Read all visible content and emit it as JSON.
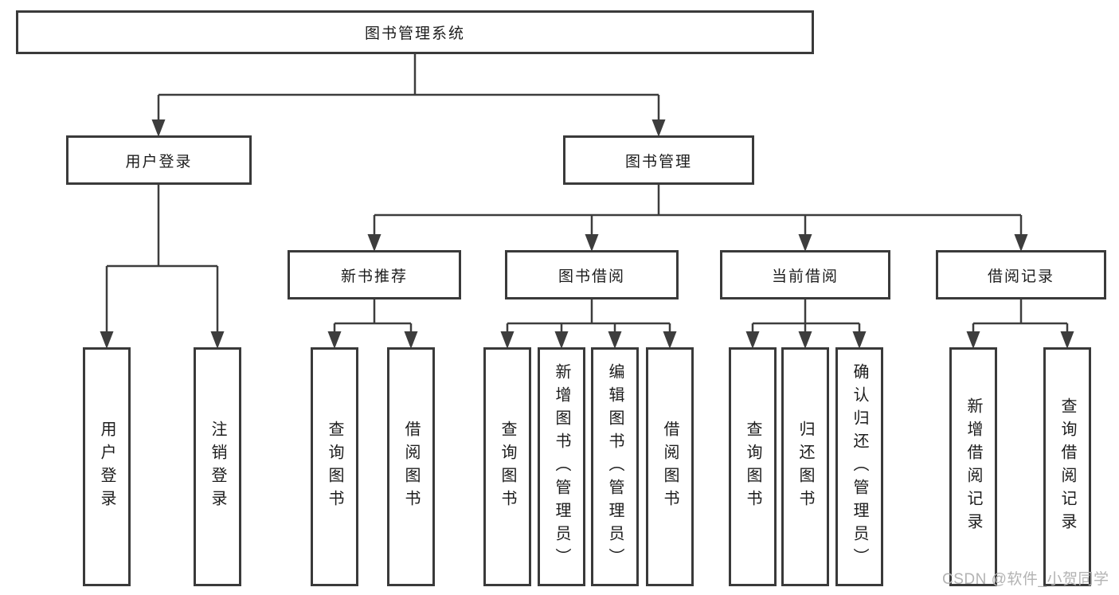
{
  "tree": {
    "root": {
      "label": "图书管理系统"
    },
    "user_login": {
      "label": "用户登录",
      "children": [
        "用户登录",
        "注销登录"
      ]
    },
    "book_management": {
      "label": "图书管理"
    },
    "new_book_recommend": {
      "label": "新书推荐",
      "children": [
        "查询图书",
        "借阅图书"
      ]
    },
    "book_borrow": {
      "label": "图书借阅",
      "children": [
        "查询图书",
        "新增图书（管理员）",
        "编辑图书（管理员）",
        "借阅图书"
      ]
    },
    "current_borrow": {
      "label": "当前借阅",
      "children": [
        "查询图书",
        "归还图书",
        "确认归还（管理员）"
      ]
    },
    "borrow_records": {
      "label": "借阅记录",
      "children": [
        "新增借阅记录",
        "查询借阅记录"
      ]
    }
  },
  "watermark": "CSDN @软件_小贺同学",
  "colors": {
    "line": "#3d3d3d",
    "box_border": "#3a3a3a",
    "text": "#1c1c1c",
    "watermark": "#b3b3b3",
    "background": "#ffffff"
  }
}
